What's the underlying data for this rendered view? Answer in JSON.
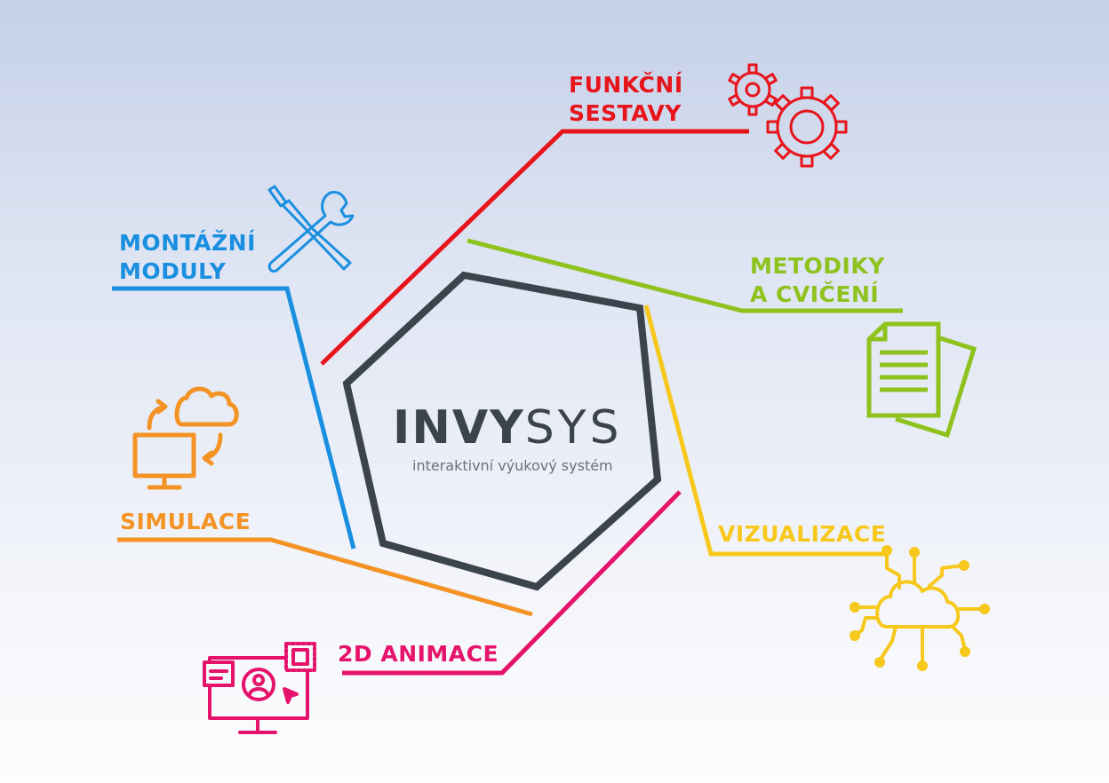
{
  "logo": {
    "name_bold": "INVY",
    "name_light": "SYS",
    "tagline": "interaktivní výukový systém"
  },
  "modules": {
    "funkcni_sestavy": {
      "line1": "FUNKČNÍ",
      "line2": "SESTAVY",
      "color": "#e8141b",
      "icon": "gears-icon"
    },
    "montazni_moduly": {
      "line1": "MONTÁŽNÍ",
      "line2": "MODULY",
      "color": "#1a8fe0",
      "icon": "tools-icon"
    },
    "metodiky": {
      "line1": "METODIKY",
      "line2": "A CVIČENÍ",
      "color": "#8ec21d",
      "icon": "documents-icon"
    },
    "simulace": {
      "line1": "SIMULACE",
      "color": "#f39324",
      "icon": "cloud-sync-icon"
    },
    "vizualizace": {
      "line1": "VIZUALIZACE",
      "color": "#f7c81c",
      "icon": "cloud-network-icon"
    },
    "animace_2d": {
      "line1": "2D ANIMACE",
      "color": "#e5136b",
      "icon": "screen-animation-icon"
    }
  },
  "colors": {
    "hexagon": "#3b434c"
  }
}
